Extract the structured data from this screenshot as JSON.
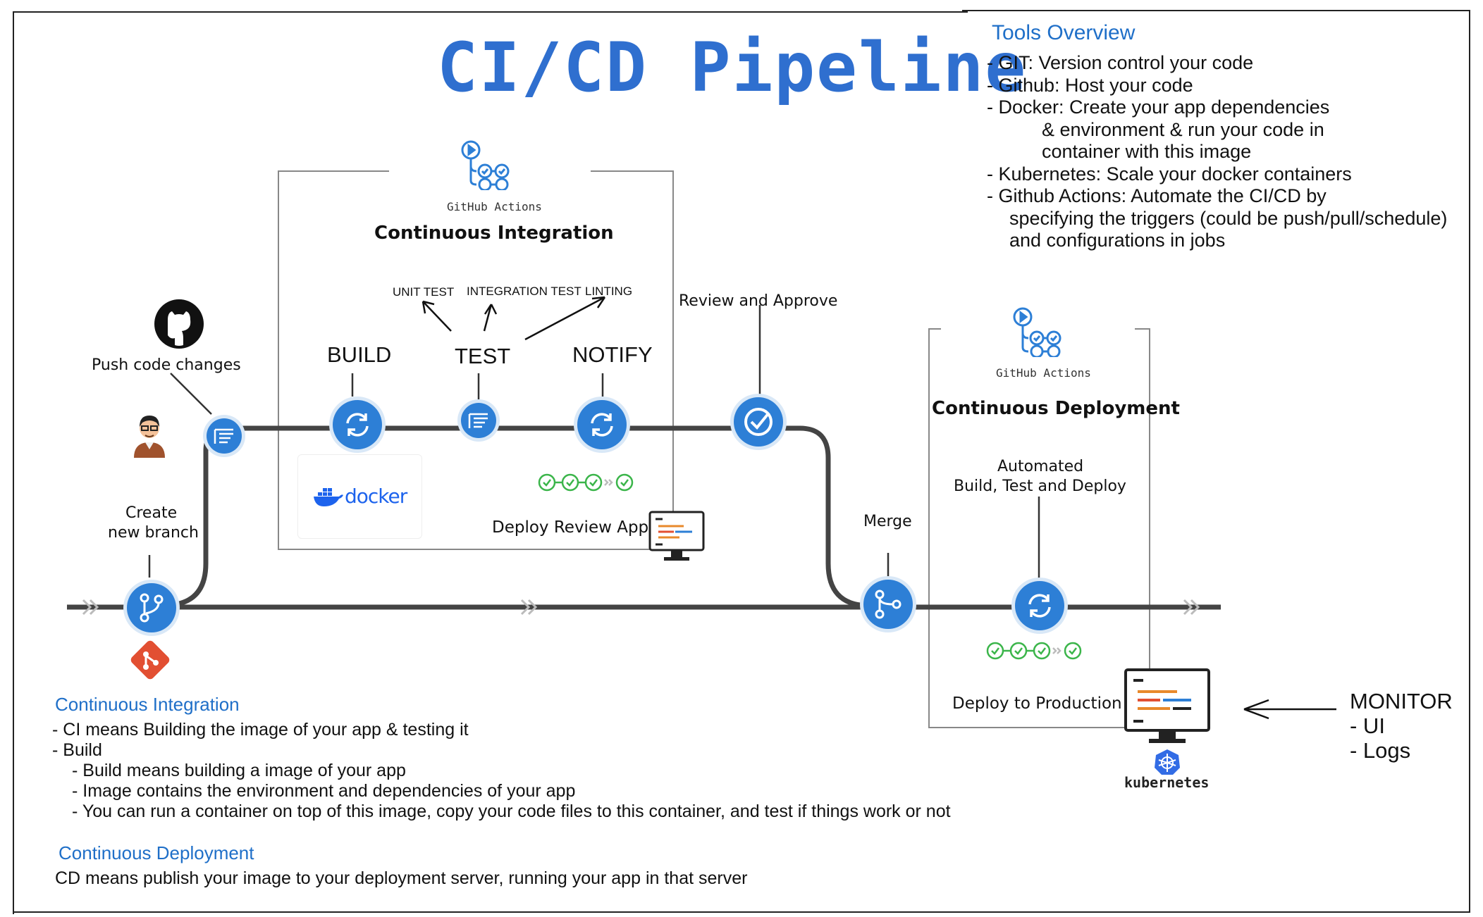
{
  "title": "CI/CD Pipeline",
  "tools": {
    "heading": "Tools Overview",
    "lines": [
      "- GIT: Version control your code",
      "- Github: Host your code",
      "- Docker: Create your app dependencies",
      "& environment & run your code in",
      "container with this image",
      "- Kubernetes: Scale your docker containers",
      "- Github Actions: Automate the CI/CD by",
      "specifying the triggers (could be push/pull/schedule)",
      "and configurations in jobs"
    ]
  },
  "ci_box": {
    "gh_label": "GitHub Actions",
    "heading": "Continuous Integration",
    "build": "BUILD",
    "test": "TEST",
    "notify": "NOTIFY",
    "unit_test": "UNIT TEST",
    "integration_test": "INTEGRATION TEST",
    "linting": "LINTING",
    "docker": "docker",
    "deploy_review": "Deploy Review App"
  },
  "cd_box": {
    "gh_label": "GitHub Actions",
    "heading": "Continuous Deployment",
    "auto_line1": "Automated",
    "auto_line2": "Build, Test and Deploy",
    "deploy_prod": "Deploy to Production",
    "kubernetes": "kubernetes"
  },
  "flow": {
    "push": "Push code changes",
    "create_line1": "Create",
    "create_line2": "new branch",
    "review": "Review and Approve",
    "merge": "Merge"
  },
  "monitor": {
    "title": "MONITOR",
    "items": [
      "- UI",
      "- Logs"
    ]
  },
  "notes": {
    "ci_heading": "Continuous Integration",
    "ci_lines": [
      "- CI means Building the image of your app & testing it",
      "- Build",
      "- Build means building a image of your app",
      "- Image contains the environment and dependencies of your app",
      "- You can run a container on top of this image, copy your code files to this container, and test if things work or not"
    ],
    "cd_heading": "Continuous Deployment",
    "cd_line": "CD means publish your image to your deployment server, running your app in that server"
  },
  "colors": {
    "accent": "#2d7fd6",
    "heading_blue": "#1f6fc8",
    "check_green": "#3bb54a",
    "git_red": "#e24f32"
  }
}
